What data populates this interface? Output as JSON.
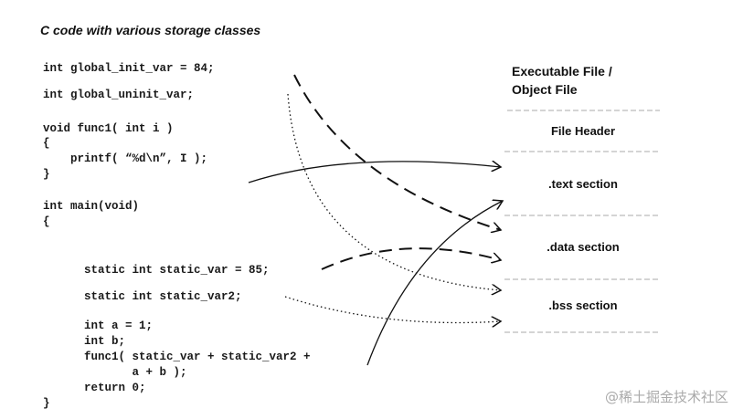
{
  "title": "C code with various storage classes",
  "code_lines": [
    "int global_init_var = 84;",
    "int global_uninit_var;",
    "void func1( int i )",
    "{",
    "    printf( “%d\\n”, I );",
    "}",
    "int main(void)",
    "{",
    "      static int static_var = 85;",
    "      static int static_var2;",
    "      int a = 1;",
    "      int b;",
    "      func1( static_var + static_var2 +",
    "             a + b );",
    "      return 0;",
    "}"
  ],
  "file": {
    "title_line1": "Executable File /",
    "title_line2": "Object File",
    "sections": [
      "File Header",
      ".text section",
      ".data section",
      ".bss section"
    ]
  },
  "watermark": "@稀土掘金技术社区"
}
